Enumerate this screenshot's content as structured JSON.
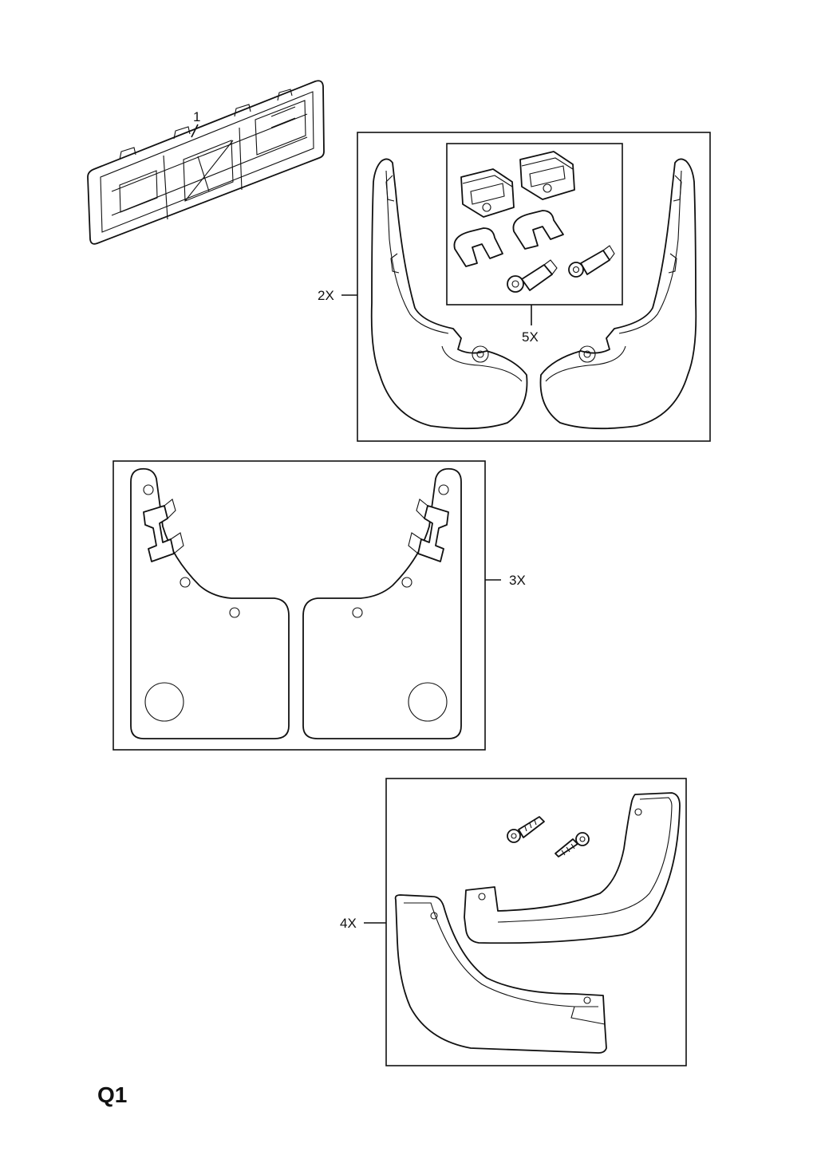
{
  "diagram": {
    "labels": {
      "item1": "1",
      "item2": "2X",
      "item3": "3X",
      "item4": "4X",
      "item5": "5X"
    },
    "page_code": "Q1"
  }
}
